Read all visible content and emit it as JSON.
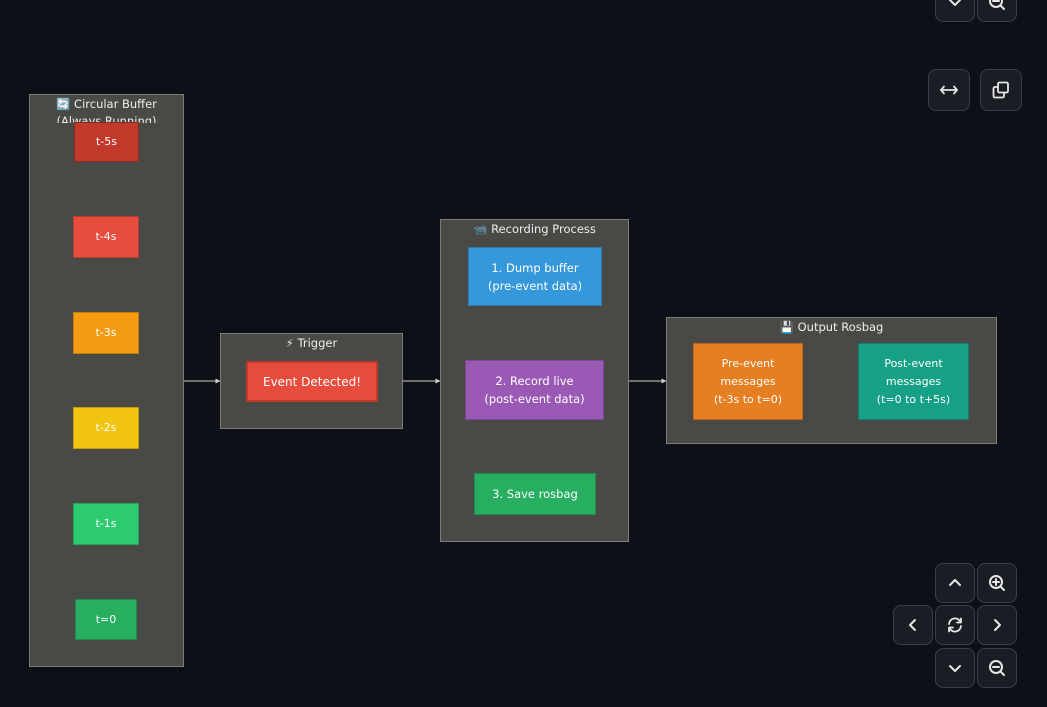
{
  "diagram": {
    "clusters": {
      "buffer": {
        "title": "🔄 Circular Buffer (Always Running)"
      },
      "trigger": {
        "title": "⚡ Trigger"
      },
      "recording": {
        "title": "📹 Recording Process"
      },
      "output": {
        "title": "💾 Output Rosbag"
      }
    },
    "nodes": {
      "t5": {
        "label": "t-5s",
        "color": "#c0392b"
      },
      "t4": {
        "label": "t-4s",
        "color": "#e74c3c"
      },
      "t3": {
        "label": "t-3s",
        "color": "#f39c12"
      },
      "t2": {
        "label": "t-2s",
        "color": "#f1c40f"
      },
      "t1": {
        "label": "t-1s",
        "color": "#2ecc71"
      },
      "t0": {
        "label": "t=0",
        "color": "#27ae60"
      },
      "event": {
        "label": "Event Detected!",
        "color": "#e74c3c"
      },
      "dump": {
        "label": "1. Dump buffer\n(pre-event data)",
        "color": "#3498db"
      },
      "record": {
        "label": "2. Record live\n(post-event data)",
        "color": "#9b59b6"
      },
      "save": {
        "label": "3. Save rosbag",
        "color": "#27ae60"
      },
      "pre": {
        "label": "Pre-event\nmessages\n(t-3s to t=0)",
        "color": "#e67e22"
      },
      "post": {
        "label": "Post-event\nmessages\n(t=0 to t+5s)",
        "color": "#16a085"
      }
    },
    "edge_color": "#cfcfcf"
  },
  "controls": {
    "top_down": "chevron-down-icon",
    "top_zoom_out": "zoom-out-icon",
    "fit": "fit-width-icon",
    "copy": "copy-icon",
    "up": "chevron-up-icon",
    "zoom_in": "zoom-in-icon",
    "left": "chevron-left-icon",
    "reset": "reset-icon",
    "right": "chevron-right-icon",
    "down": "chevron-down-icon",
    "zoom_out": "zoom-out-icon"
  }
}
